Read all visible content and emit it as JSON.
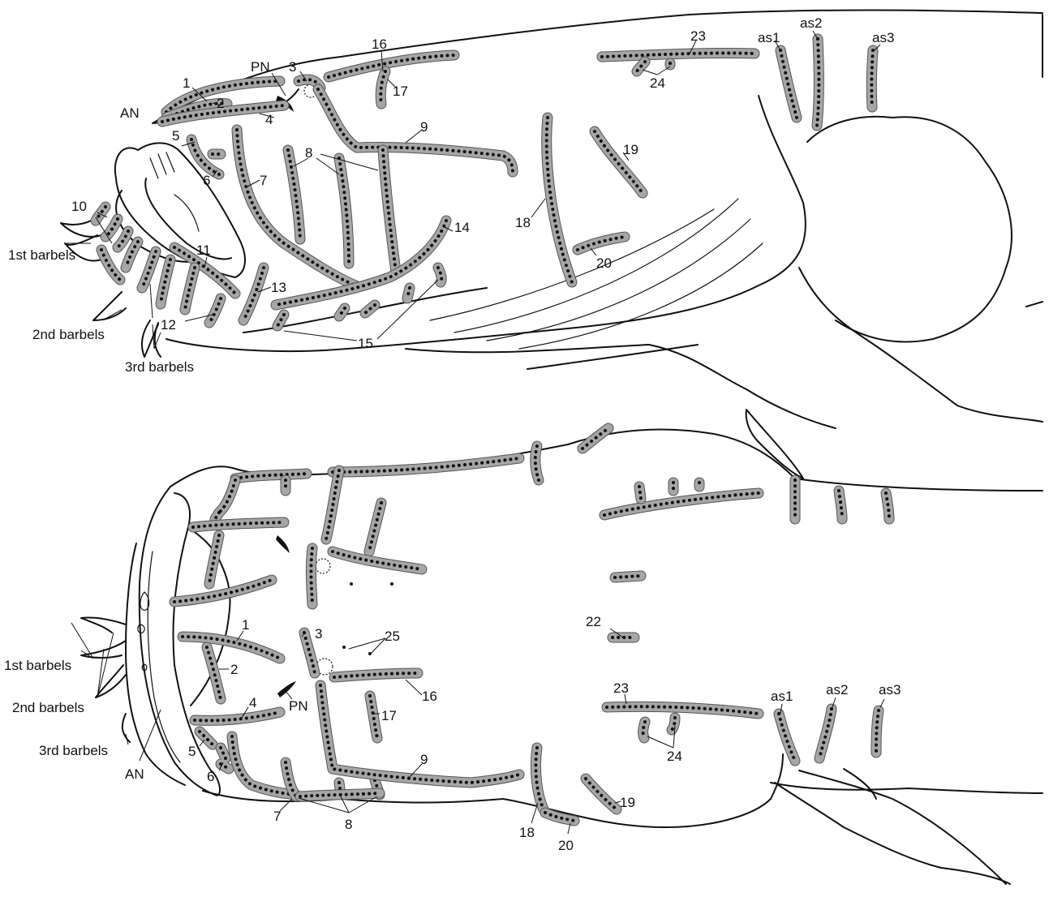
{
  "colors": {
    "outline": "#111111",
    "canal_fill": "#a6a6a6",
    "canal_border": "#555555",
    "pore": "#111111",
    "background": "#ffffff"
  },
  "lateral_view": {
    "labels": {
      "n1": "1",
      "n2": "2",
      "n3": "3",
      "n4": "4",
      "n5": "5",
      "n6": "6",
      "n7": "7",
      "n8": "8",
      "n9": "9",
      "n10": "10",
      "n11": "11",
      "n12": "12",
      "n13": "13",
      "n14": "14",
      "n15": "15",
      "n16": "16",
      "n17": "17",
      "n18": "18",
      "n19": "19",
      "n20": "20",
      "n23": "23",
      "n24": "24",
      "as1": "as1",
      "as2": "as2",
      "as3": "as3",
      "pn": "PN",
      "an": "AN",
      "barbels1": "1st barbels",
      "barbels2": "2nd barbels",
      "barbels3": "3rd barbels"
    }
  },
  "dorsal_view": {
    "labels": {
      "n1": "1",
      "n2": "2",
      "n3": "3",
      "n4": "4",
      "n5": "5",
      "n6": "6",
      "n7": "7",
      "n8": "8",
      "n9": "9",
      "n16": "16",
      "n17": "17",
      "n18": "18",
      "n19": "19",
      "n20": "20",
      "n22": "22",
      "n23": "23",
      "n24": "24",
      "n25": "25",
      "as1": "as1",
      "as2": "as2",
      "as3": "as3",
      "pn": "PN",
      "an": "AN",
      "barbels1": "1st barbels",
      "barbels2": "2nd barbels",
      "barbels3": "3rd barbels"
    }
  }
}
